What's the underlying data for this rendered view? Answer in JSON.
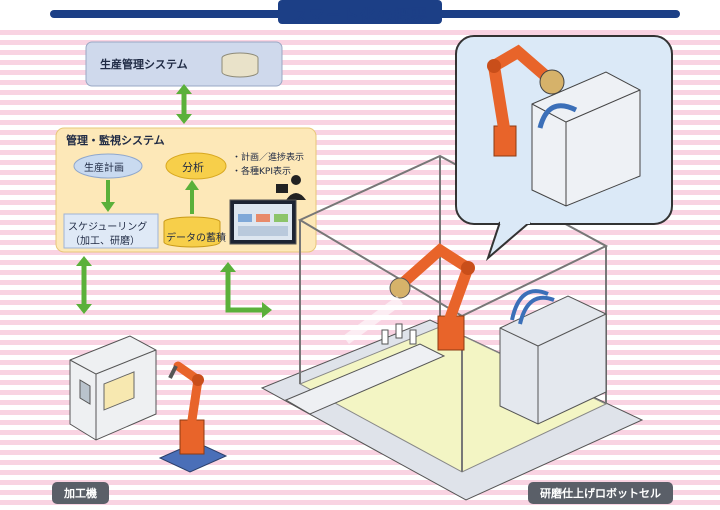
{
  "title": "スマート化の概要",
  "nodes": {
    "production": "生産管理システム",
    "monitoring": "管理・監視システム",
    "planning": "生産計画",
    "analysis": "分析",
    "schedule_line1": "スケジューリング",
    "schedule_line2": "（加工、研磨）",
    "data_store": "データの蓄積",
    "plan_progress": "・計画／進捗表示",
    "kpi": "・各種KPI表示"
  },
  "tags": {
    "machine": "加工機",
    "robot_cell": "研磨仕上げロボットセル"
  },
  "colors": {
    "title_bar": "#1c3f86",
    "panel": "#fde8b8",
    "planning": "#c9daf0",
    "analysis": "#f7cf4a",
    "arrow": "#5ab03a",
    "robot": "#e8642a",
    "stripes": "#f6c6d8",
    "bubble": "#dbe9f7"
  }
}
